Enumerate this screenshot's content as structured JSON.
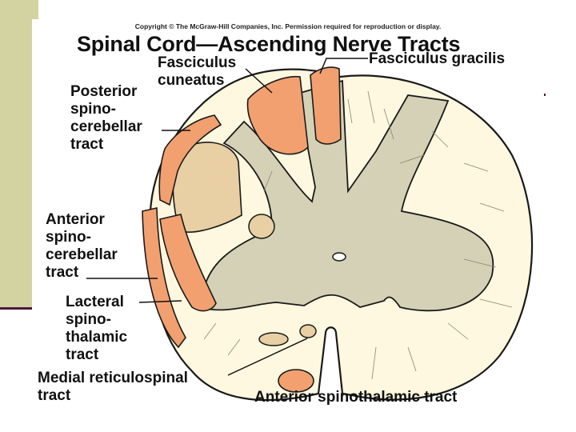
{
  "copyright": "Copyright © The McGraw-Hill Companies, Inc. Permission required for reproduction or display.",
  "title": "Spinal Cord—Ascending Nerve Tracts",
  "labels": {
    "fasciculus_cuneatus": "Fasciculus\ncuneatus",
    "fasciculus_gracilis": "Fasciculus gracilis",
    "posterior_spinocerebellar": "Posterior\nspino-\ncerebellar\ntract",
    "anterior_spinocerebellar": "Anterior\nspino-\ncerebellar\ntract",
    "lateral_spinothalamic": "Lacteral\nspino-\nthalamic\ntract",
    "medial_reticulospinal": "Medial reticulospinal\ntract",
    "anterior_spinothalamic": "Anterior spinothalamic tract"
  },
  "colors": {
    "slide_bar": "#d3d3a2",
    "slide_rule": "#4a1a3a",
    "white_matter": "#fdf8df",
    "gray_matter": "#d4d1b6",
    "ascending_tract": "#f2a070",
    "tract_light": "#e9cfa4",
    "outline": "#1a1a1a"
  }
}
